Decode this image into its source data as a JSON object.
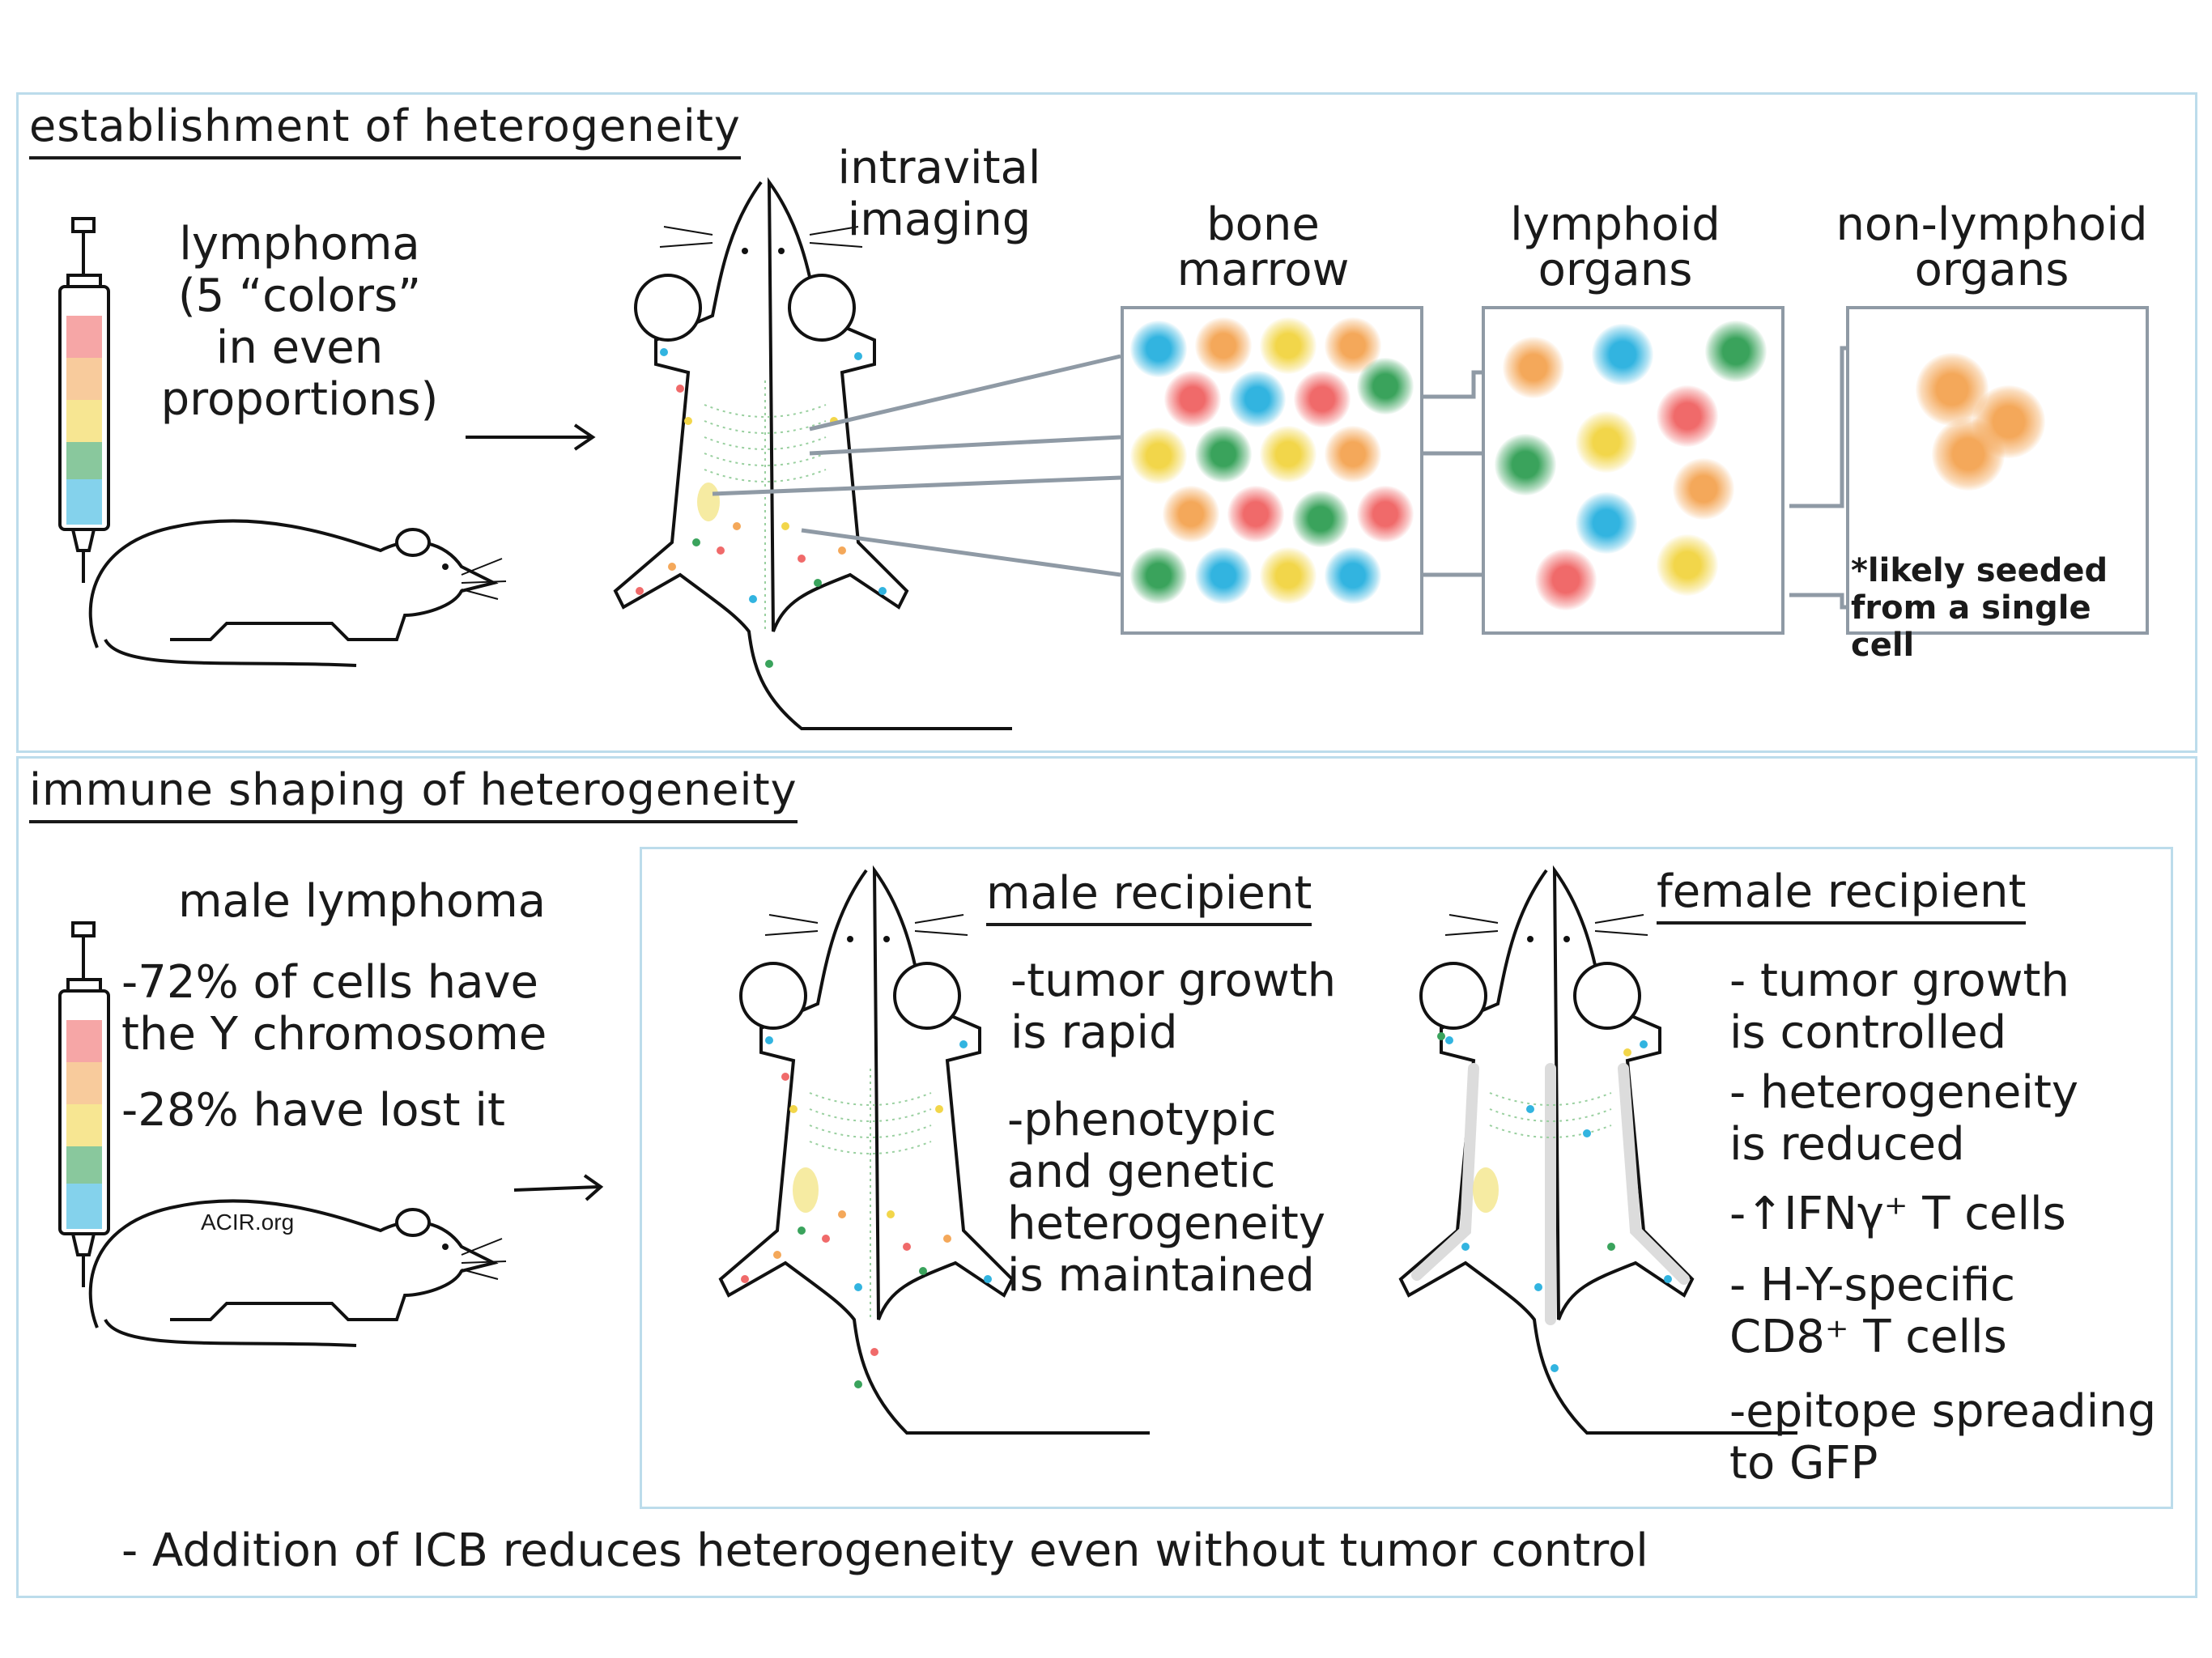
{
  "top": {
    "title": "establishment of heterogeneity",
    "injection_text": "lymphoma\n(5 “colors”\nin even\nproportions)",
    "imaging_label": "intravital\nimaging",
    "boxes": [
      {
        "label": "bone\nmarrow"
      },
      {
        "label": "lymphoid\norgans"
      },
      {
        "label": "non-lymphoid\norgans"
      }
    ],
    "note": "*likely seeded\nfrom a single cell"
  },
  "bottom": {
    "title": "immune shaping of heterogeneity",
    "injection_title": "male lymphoma",
    "injection_points": [
      "-72% of cells have\n  the Y chromosome",
      "-28% have lost it"
    ],
    "watermark": "ACIR.org",
    "male": {
      "title": "male recipient",
      "points": [
        "-tumor growth\n  is rapid",
        "-phenotypic\n and genetic\n heterogeneity\n is maintained"
      ]
    },
    "female": {
      "title": "female recipient",
      "points": [
        "- tumor growth\n   is controlled",
        "- heterogeneity\n   is  reduced",
        "-↑IFNγ⁺ T cells",
        "- H-Y-specific\n   CD8⁺ T cells",
        "-epitope spreading\n  to GFP"
      ]
    },
    "footnote": "- Addition of ICB reduces heterogeneity even without tumor control"
  },
  "colors": {
    "red": "#f06a6a",
    "orange": "#f4a85a",
    "yellow": "#f2d64a",
    "green": "#3aa35c",
    "blue": "#32b4e0",
    "panel_border": "#bcdceb",
    "box_border": "#8f9aa5"
  }
}
